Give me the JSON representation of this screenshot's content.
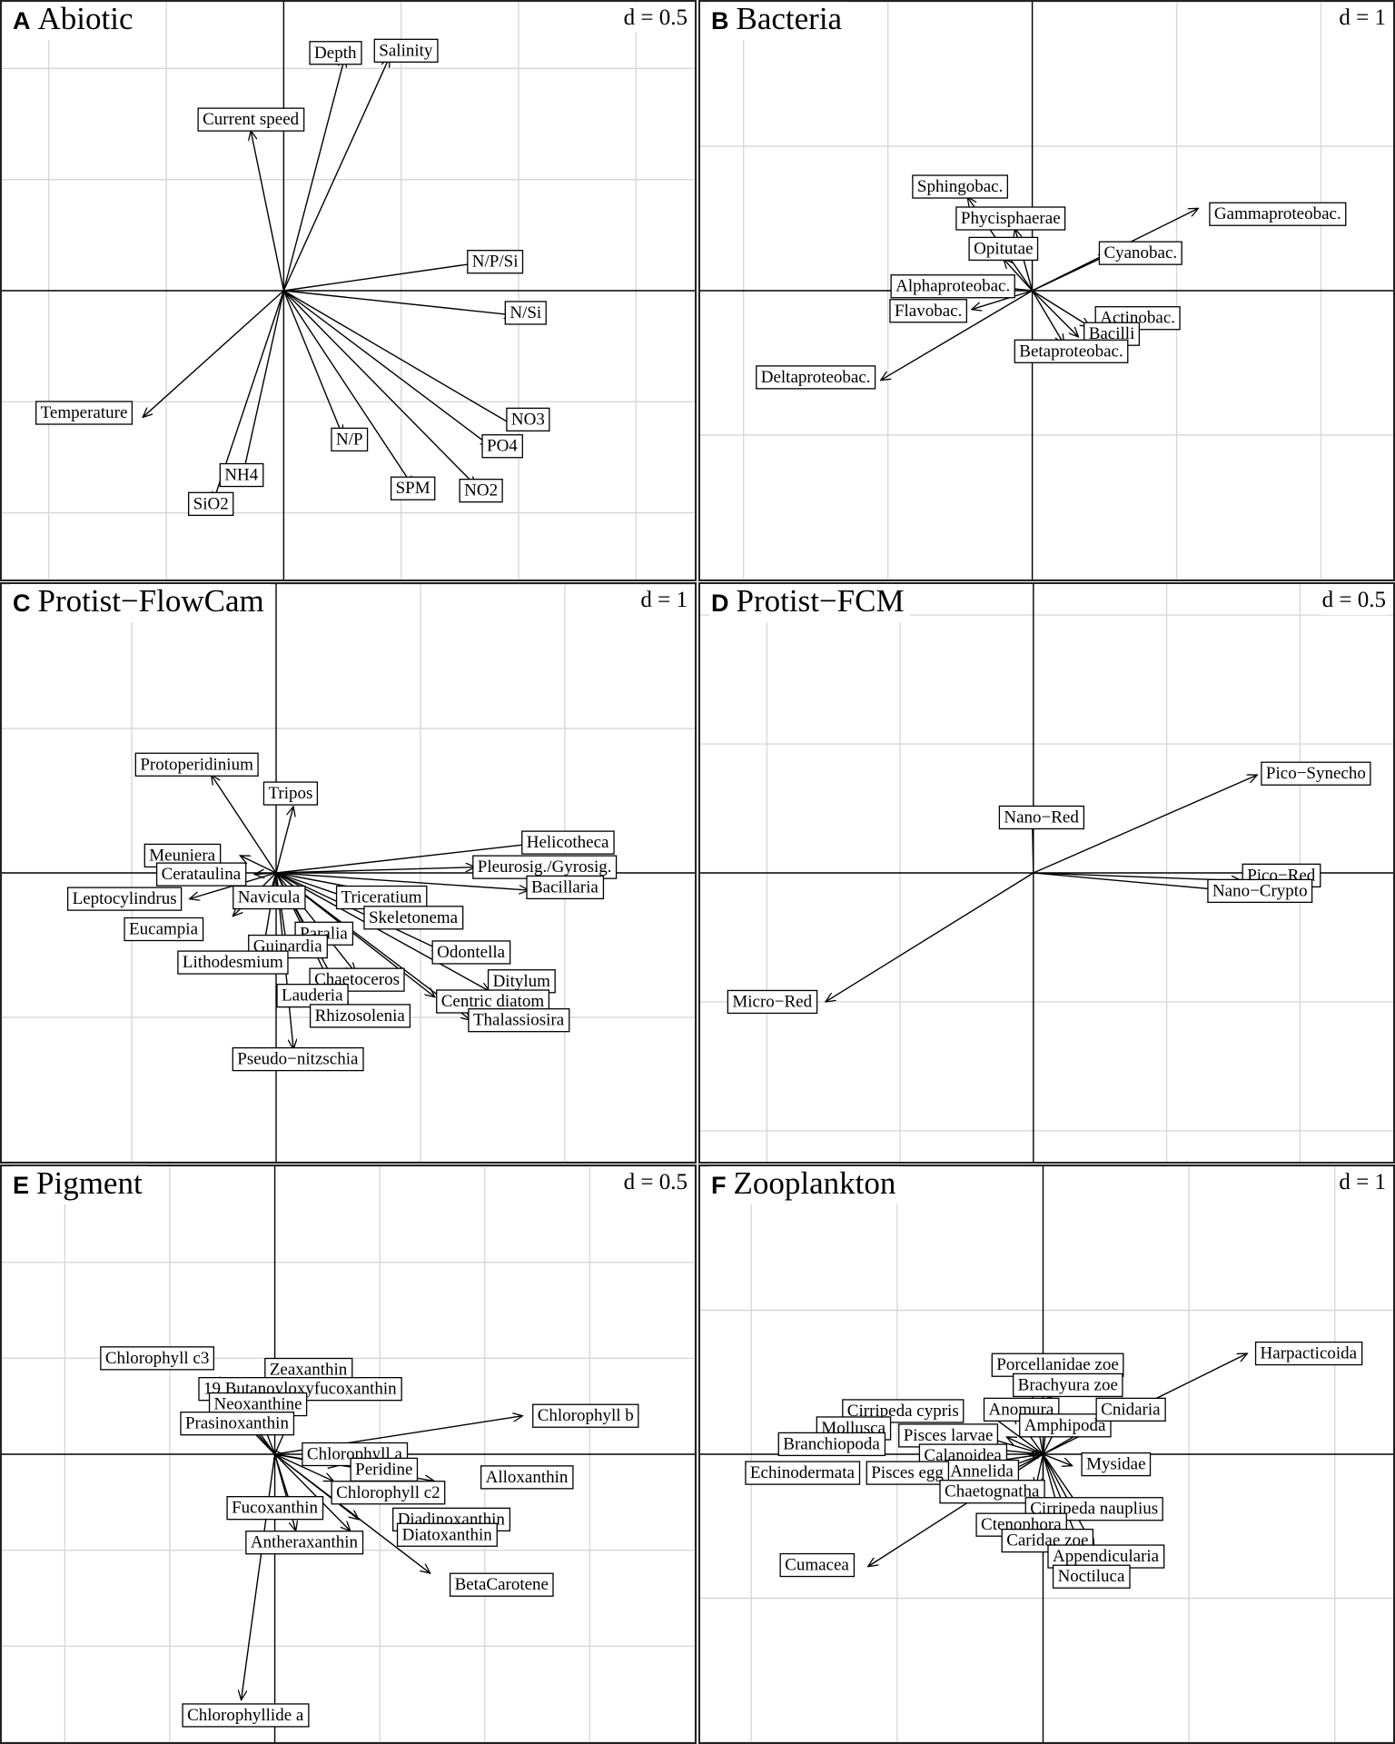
{
  "chart_data": [
    {
      "letter": "A",
      "title": "Abiotic",
      "scale": "d = 0.5",
      "type": "scatter",
      "xlim": [
        -1.2,
        1.75
      ],
      "ylim": [
        -1.3,
        1.3
      ],
      "grid_step": 0.5,
      "grid": true,
      "arrows": [
        {
          "label": "Depth",
          "x": 0.26,
          "y": 1.05,
          "lx": 0.22,
          "ly": 1.07
        },
        {
          "label": "Salinity",
          "x": 0.45,
          "y": 1.05,
          "lx": 0.52,
          "ly": 1.08
        },
        {
          "label": "Current speed",
          "x": -0.14,
          "y": 0.72,
          "lx": -0.14,
          "ly": 0.77
        },
        {
          "label": "N/P/Si",
          "x": 0.86,
          "y": 0.13,
          "lx": 0.9,
          "ly": 0.13
        },
        {
          "label": "N/Si",
          "x": 0.98,
          "y": -0.11,
          "lx": 1.03,
          "ly": -0.1
        },
        {
          "label": "Temperature",
          "x": -0.6,
          "y": -0.57,
          "lx": -0.85,
          "ly": -0.55
        },
        {
          "label": "N/P",
          "x": 0.25,
          "y": -0.65,
          "lx": 0.28,
          "ly": -0.67
        },
        {
          "label": "NO3",
          "x": 1.0,
          "y": -0.62,
          "lx": 1.04,
          "ly": -0.58
        },
        {
          "label": "PO4",
          "x": 0.88,
          "y": -0.7,
          "lx": 0.93,
          "ly": -0.7
        },
        {
          "label": "NH4",
          "x": -0.18,
          "y": -0.86,
          "lx": -0.18,
          "ly": -0.83
        },
        {
          "label": "SiO2",
          "x": -0.3,
          "y": -0.95,
          "lx": -0.31,
          "ly": -0.96
        },
        {
          "label": "SPM",
          "x": 0.55,
          "y": -0.88,
          "lx": 0.55,
          "ly": -0.89
        },
        {
          "label": "NO2",
          "x": 0.82,
          "y": -0.88,
          "lx": 0.84,
          "ly": -0.9
        }
      ]
    },
    {
      "letter": "B",
      "title": "Bacteria",
      "scale": "d = 1",
      "type": "scatter",
      "xlim": [
        -2.3,
        2.5
      ],
      "ylim": [
        -2.0,
        2.0
      ],
      "grid_step": 1.0,
      "grid": true,
      "arrows": [
        {
          "label": "Sphingobac.",
          "x": -0.45,
          "y": 0.65,
          "lx": -0.5,
          "ly": 0.72
        },
        {
          "label": "Phycisphaerae",
          "x": -0.12,
          "y": 0.43,
          "lx": -0.15,
          "ly": 0.5
        },
        {
          "label": "Opitutae",
          "x": -0.2,
          "y": 0.22,
          "lx": -0.2,
          "ly": 0.29
        },
        {
          "label": "Gammaproteobac.",
          "x": 1.15,
          "y": 0.57,
          "lx": 1.7,
          "ly": 0.53
        },
        {
          "label": "Cyanobac.",
          "x": 0.53,
          "y": 0.25,
          "lx": 0.75,
          "ly": 0.26
        },
        {
          "label": "Alphaproteobac.",
          "x": -0.3,
          "y": 0.03,
          "lx": -0.55,
          "ly": 0.03
        },
        {
          "label": "Flavobac.",
          "x": -0.42,
          "y": -0.13,
          "lx": -0.72,
          "ly": -0.14
        },
        {
          "label": "Actinobac.",
          "x": 0.4,
          "y": -0.25,
          "lx": 0.73,
          "ly": -0.19
        },
        {
          "label": "Bacilli",
          "x": 0.32,
          "y": -0.32,
          "lx": 0.55,
          "ly": -0.3
        },
        {
          "label": "Betaproteobac.",
          "x": 0.22,
          "y": -0.37,
          "lx": 0.27,
          "ly": -0.42
        },
        {
          "label": "Deltaproteobac.",
          "x": -1.05,
          "y": -0.62,
          "lx": -1.5,
          "ly": -0.6
        }
      ]
    },
    {
      "letter": "C",
      "title": "Protist−FlowCam",
      "scale": "d = 1",
      "type": "scatter",
      "xlim": [
        -1.9,
        2.9
      ],
      "ylim": [
        -2.0,
        2.0
      ],
      "grid_step": 1.0,
      "grid": true,
      "arrows": [
        {
          "label": "Protoperidinium",
          "x": -0.45,
          "y": 0.68,
          "lx": -0.55,
          "ly": 0.75
        },
        {
          "label": "Tripos",
          "x": 0.12,
          "y": 0.46,
          "lx": 0.1,
          "ly": 0.55
        },
        {
          "label": "Helicotheca",
          "x": 1.85,
          "y": 0.21,
          "lx": 2.02,
          "ly": 0.21
        },
        {
          "label": "Pleurosig./Gyrosig.",
          "x": 1.38,
          "y": 0.04,
          "lx": 1.86,
          "ly": 0.04
        },
        {
          "label": "Meuniera",
          "x": -0.25,
          "y": 0.12,
          "lx": -0.65,
          "ly": 0.12
        },
        {
          "label": "Cerataulina",
          "x": -0.15,
          "y": -0.01,
          "lx": -0.52,
          "ly": -0.01
        },
        {
          "label": "Bacillaria",
          "x": 1.75,
          "y": -0.12,
          "lx": 2.0,
          "ly": -0.1
        },
        {
          "label": "Leptocylindrus",
          "x": -0.6,
          "y": -0.18,
          "lx": -1.05,
          "ly": -0.18
        },
        {
          "label": "Navicula",
          "x": -0.05,
          "y": -0.17,
          "lx": -0.05,
          "ly": -0.17
        },
        {
          "label": "Triceratium",
          "x": 0.9,
          "y": -0.17,
          "lx": 0.73,
          "ly": -0.17
        },
        {
          "label": "Skeletonema",
          "x": 0.9,
          "y": -0.31,
          "lx": 0.95,
          "ly": -0.31
        },
        {
          "label": "Eucampia",
          "x": -0.3,
          "y": -0.3,
          "lx": -0.78,
          "ly": -0.39
        },
        {
          "label": "Paralia",
          "x": 0.25,
          "y": -0.45,
          "lx": 0.33,
          "ly": -0.42
        },
        {
          "label": "Odontella",
          "x": 1.15,
          "y": -0.54,
          "lx": 1.35,
          "ly": -0.55
        },
        {
          "label": "Guinardia",
          "x": 0.08,
          "y": -0.55,
          "lx": 0.08,
          "ly": -0.51
        },
        {
          "label": "Lithodesmium",
          "x": -0.1,
          "y": -0.6,
          "lx": -0.3,
          "ly": -0.62
        },
        {
          "label": "Chaetoceros",
          "x": 0.55,
          "y": -0.69,
          "lx": 0.56,
          "ly": -0.74
        },
        {
          "label": "Ditylum",
          "x": 1.48,
          "y": -0.82,
          "lx": 1.7,
          "ly": -0.75
        },
        {
          "label": "Centric diatom",
          "x": 1.1,
          "y": -0.86,
          "lx": 1.5,
          "ly": -0.89
        },
        {
          "label": "Lauderia",
          "x": 0.5,
          "y": -0.93,
          "lx": 0.25,
          "ly": -0.85
        },
        {
          "label": "Thalassiosira",
          "x": 1.35,
          "y": -1.02,
          "lx": 1.68,
          "ly": -1.02
        },
        {
          "label": "Rhizosolenia",
          "x": 0.48,
          "y": -0.98,
          "lx": 0.58,
          "ly": -0.99
        },
        {
          "label": "Pseudo−nitzschia",
          "x": 0.12,
          "y": -1.22,
          "lx": 0.15,
          "ly": -1.29
        }
      ]
    },
    {
      "letter": "D",
      "title": "Protist−FCM",
      "scale": "d = 0.5",
      "type": "scatter",
      "xlim": [
        -1.25,
        1.35
      ],
      "ylim": [
        -1.12,
        1.12
      ],
      "grid_step": 0.5,
      "grid": true,
      "arrows": [
        {
          "label": "Pico−Synecho",
          "x": 0.84,
          "y": 0.38,
          "lx": 1.06,
          "ly": 0.385
        },
        {
          "label": "Nano−Red",
          "x": -0.005,
          "y": 0.25,
          "lx": 0.03,
          "ly": 0.215
        },
        {
          "label": "Pico−Red",
          "x": 0.78,
          "y": -0.03,
          "lx": 0.93,
          "ly": -0.01
        },
        {
          "label": "Nano−Crypto",
          "x": 0.75,
          "y": -0.07,
          "lx": 0.85,
          "ly": -0.07
        },
        {
          "label": "Micro−Red",
          "x": -0.78,
          "y": -0.5,
          "lx": -0.98,
          "ly": -0.5
        }
      ]
    },
    {
      "letter": "E",
      "title": "Pigment",
      "scale": "d = 0.5",
      "type": "scatter",
      "xlim": [
        -0.65,
        1.0
      ],
      "ylim": [
        -0.75,
        0.75
      ],
      "grid_step": 0.25,
      "grid": true,
      "arrows": [
        {
          "label": "Chlorophyll c3",
          "x": -0.13,
          "y": 0.2,
          "lx": -0.28,
          "ly": 0.25
        },
        {
          "label": "Zeaxanthin",
          "x": 0.06,
          "y": 0.15,
          "lx": 0.08,
          "ly": 0.22
        },
        {
          "label": "19 Butanoyloxyfucoxanthin",
          "x": -0.06,
          "y": 0.17,
          "lx": 0.06,
          "ly": 0.17
        },
        {
          "label": "Neoxanthine",
          "x": -0.1,
          "y": 0.13,
          "lx": -0.04,
          "ly": 0.13
        },
        {
          "label": "Prasinoxanthin",
          "x": -0.08,
          "y": 0.09,
          "lx": -0.09,
          "ly": 0.08
        },
        {
          "label": "Chlorophyll b",
          "x": 0.59,
          "y": 0.1,
          "lx": 0.74,
          "ly": 0.1
        },
        {
          "label": "Chlorophyll a",
          "x": 0.02,
          "y": 0.0,
          "lx": 0.19,
          "ly": 0.0
        },
        {
          "label": "Peridine",
          "x": 0.15,
          "y": -0.03,
          "lx": 0.26,
          "ly": -0.04
        },
        {
          "label": "Alloxanthin",
          "x": 0.38,
          "y": -0.07,
          "lx": 0.6,
          "ly": -0.06
        },
        {
          "label": "Chlorophyll c2",
          "x": 0.14,
          "y": -0.07,
          "lx": 0.27,
          "ly": -0.1
        },
        {
          "label": "Fucoxanthin",
          "x": 0.04,
          "y": -0.14,
          "lx": 0.0,
          "ly": -0.14
        },
        {
          "label": "Diadinoxanthin",
          "x": 0.2,
          "y": -0.17,
          "lx": 0.42,
          "ly": -0.17
        },
        {
          "label": "Diatoxanthin",
          "x": 0.18,
          "y": -0.2,
          "lx": 0.41,
          "ly": -0.21
        },
        {
          "label": "Antheraxanthin",
          "x": 0.05,
          "y": -0.2,
          "lx": 0.07,
          "ly": -0.23
        },
        {
          "label": "BetaCarotene",
          "x": 0.37,
          "y": -0.31,
          "lx": 0.54,
          "ly": -0.34
        },
        {
          "label": "Chlorophyllide a",
          "x": -0.08,
          "y": -0.64,
          "lx": -0.07,
          "ly": -0.68
        }
      ]
    },
    {
      "letter": "F",
      "title": "Zooplankton",
      "scale": "d = 1",
      "type": "scatter",
      "xlim": [
        -2.35,
        2.4
      ],
      "ylim": [
        -2.0,
        2.0
      ],
      "grid_step": 1.0,
      "grid": true,
      "arrows": [
        {
          "label": "Harpacticoida",
          "x": 1.4,
          "y": 0.7,
          "lx": 1.82,
          "ly": 0.7
        },
        {
          "label": "Porcellanidae zoe",
          "x": -0.1,
          "y": 0.55,
          "lx": 0.1,
          "ly": 0.62
        },
        {
          "label": "Brachyura zoe",
          "x": 0.05,
          "y": 0.42,
          "lx": 0.17,
          "ly": 0.48
        },
        {
          "label": "Cirripeda cypris",
          "x": -0.4,
          "y": 0.3,
          "lx": -0.96,
          "ly": 0.3
        },
        {
          "label": "Anomura",
          "x": -0.2,
          "y": 0.28,
          "lx": -0.15,
          "ly": 0.31
        },
        {
          "label": "Amphipoda",
          "x": 0.1,
          "y": 0.2,
          "lx": 0.15,
          "ly": 0.2
        },
        {
          "label": "Cnidaria",
          "x": 0.52,
          "y": 0.3,
          "lx": 0.6,
          "ly": 0.31
        },
        {
          "label": "Mollusca",
          "x": -0.6,
          "y": 0.18,
          "lx": -1.3,
          "ly": 0.18
        },
        {
          "label": "Pisces larvae",
          "x": -0.25,
          "y": 0.12,
          "lx": -0.65,
          "ly": 0.13
        },
        {
          "label": "Branchiopoda",
          "x": -0.7,
          "y": 0.07,
          "lx": -1.45,
          "ly": 0.07
        },
        {
          "label": "Calanoidea",
          "x": -0.1,
          "y": 0.0,
          "lx": -0.55,
          "ly": -0.01
        },
        {
          "label": "Mysidae",
          "x": 0.2,
          "y": -0.08,
          "lx": 0.5,
          "ly": -0.07
        },
        {
          "label": "Echinodermata",
          "x": -0.9,
          "y": -0.13,
          "lx": -1.65,
          "ly": -0.13
        },
        {
          "label": "Annelida",
          "x": -0.25,
          "y": -0.13,
          "lx": -0.42,
          "ly": -0.12
        },
        {
          "label": "Pisces egg",
          "x": -0.35,
          "y": -0.13,
          "lx": -0.93,
          "ly": -0.13
        },
        {
          "label": "Chaetognatha",
          "x": -0.05,
          "y": -0.23,
          "lx": -0.35,
          "ly": -0.26
        },
        {
          "label": "Cirripeda nauplius",
          "x": 0.25,
          "y": -0.37,
          "lx": 0.35,
          "ly": -0.38
        },
        {
          "label": "Ctenophora",
          "x": 0.0,
          "y": -0.47,
          "lx": -0.15,
          "ly": -0.49
        },
        {
          "label": "Caridae zoe",
          "x": 0.15,
          "y": -0.55,
          "lx": 0.03,
          "ly": -0.6
        },
        {
          "label": "Appendicularia",
          "x": 0.35,
          "y": -0.65,
          "lx": 0.43,
          "ly": -0.71
        },
        {
          "label": "Noctiluca",
          "x": 0.3,
          "y": -0.75,
          "lx": 0.33,
          "ly": -0.85
        },
        {
          "label": "Cumacea",
          "x": -1.2,
          "y": -0.78,
          "lx": -1.55,
          "ly": -0.77
        }
      ]
    }
  ]
}
